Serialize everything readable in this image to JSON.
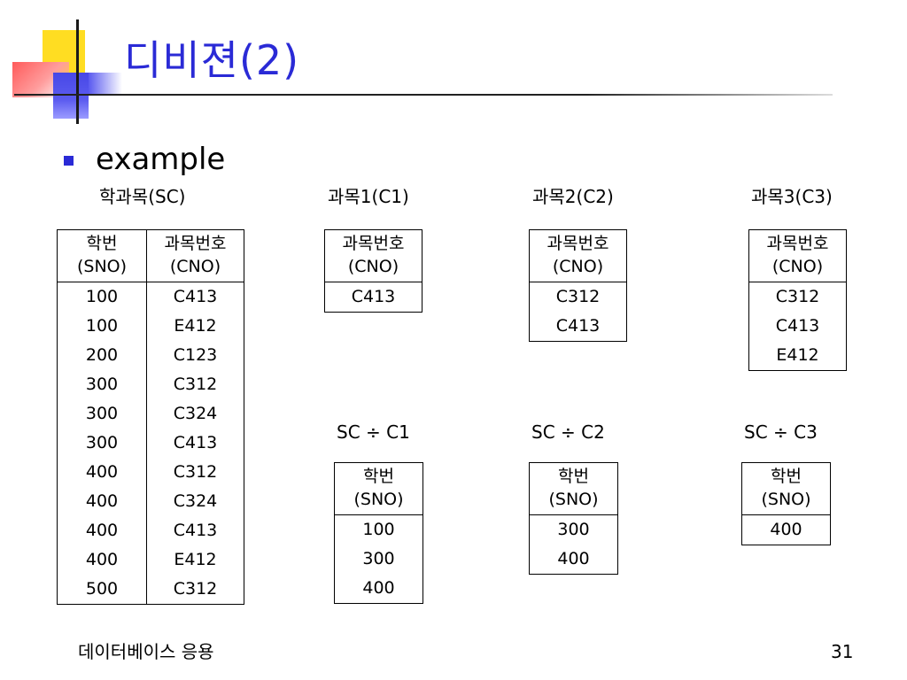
{
  "slide": {
    "title": "디비젼(2)",
    "bullet": "example",
    "footer_left": "데이터베이스 응용",
    "page_number": "31"
  },
  "labels": {
    "sc": "학과목(SC)",
    "c1": "과목1(C1)",
    "c2": "과목2(C2)",
    "c3": "과목3(C3)",
    "div1": "SC ÷ C1",
    "div2": "SC ÷ C2",
    "div3": "SC ÷ C3"
  },
  "headers": {
    "sno_line1": "학번",
    "sno_line2": "(SNO)",
    "cno_line1": "과목번호",
    "cno_line2": "(CNO)"
  },
  "sc_rows": [
    [
      "100",
      "C413"
    ],
    [
      "100",
      "E412"
    ],
    [
      "200",
      "C123"
    ],
    [
      "300",
      "C312"
    ],
    [
      "300",
      "C324"
    ],
    [
      "300",
      "C413"
    ],
    [
      "400",
      "C312"
    ],
    [
      "400",
      "C324"
    ],
    [
      "400",
      "C413"
    ],
    [
      "400",
      "E412"
    ],
    [
      "500",
      "C312"
    ]
  ],
  "c1_rows": [
    "C413"
  ],
  "c2_rows": [
    "C312",
    "C413"
  ],
  "c3_rows": [
    "C312",
    "C413",
    "E412"
  ],
  "res1_rows": [
    "100",
    "300",
    "400"
  ],
  "res2_rows": [
    "300",
    "400"
  ],
  "res3_rows": [
    "400"
  ]
}
